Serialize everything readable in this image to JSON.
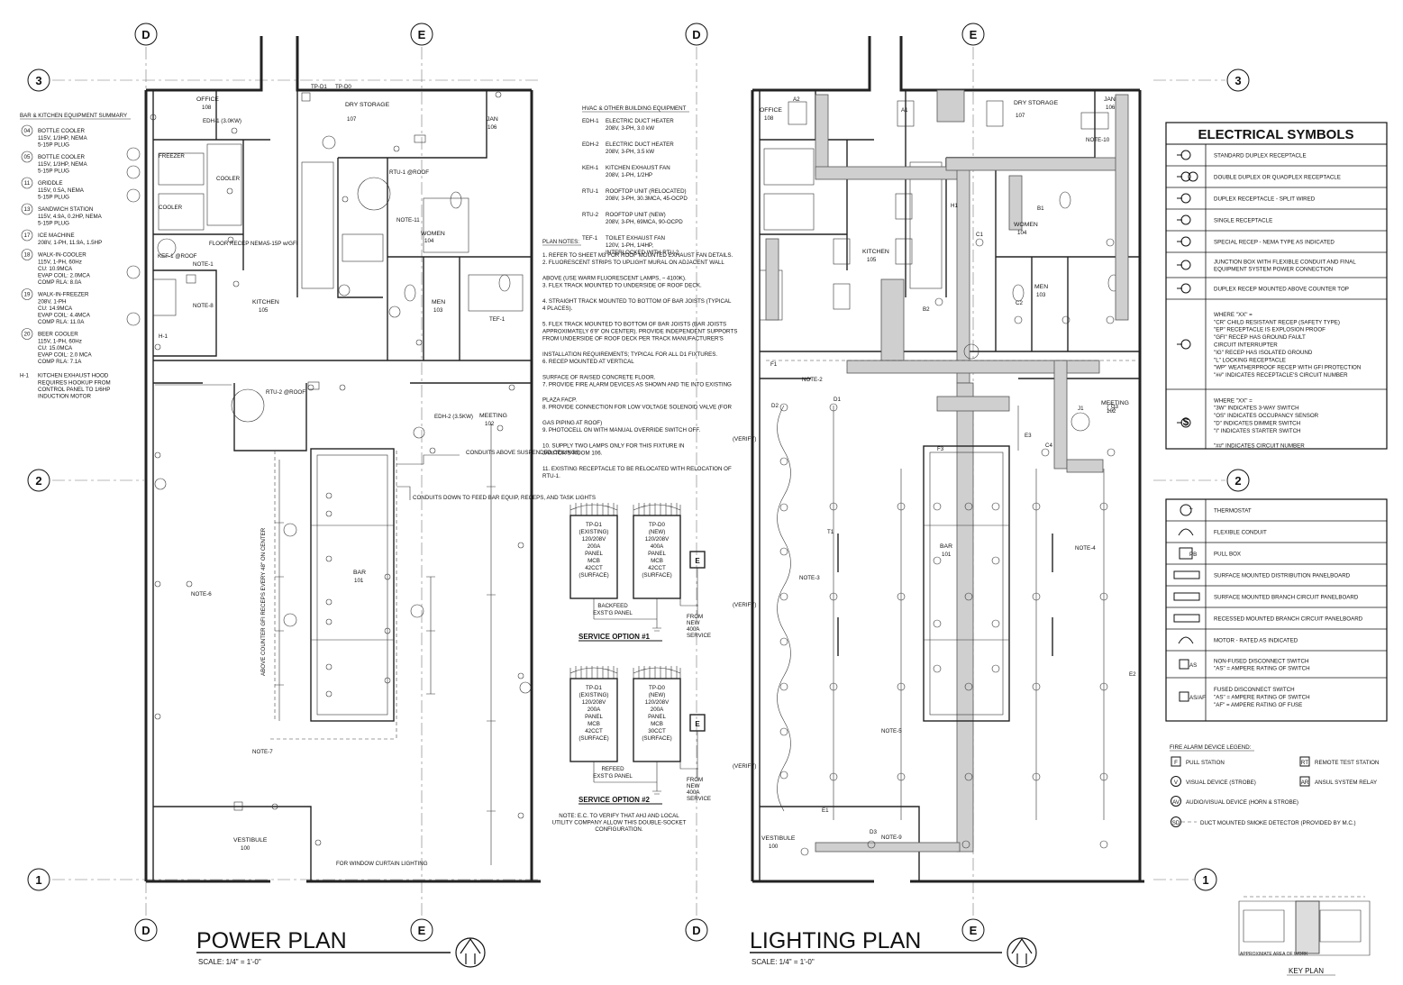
{
  "grid": {
    "col_d": "D",
    "col_e": "E",
    "row_3": "3",
    "row_2": "2",
    "row_1": "1"
  },
  "power_plan": {
    "title": "POWER PLAN",
    "scale": "SCALE: 1/4\" = 1'-0\"",
    "rooms": [
      {
        "name": "OFFICE",
        "num": "108"
      },
      {
        "name": "DRY STORAGE",
        "num": "107"
      },
      {
        "name": "JAN",
        "num": "106"
      },
      {
        "name": "WOMEN",
        "num": "104"
      },
      {
        "name": "MEN",
        "num": "103"
      },
      {
        "name": "KITCHEN",
        "num": "105"
      },
      {
        "name": "MEETING",
        "num": "102"
      },
      {
        "name": "BAR",
        "num": "101"
      },
      {
        "name": "VESTIBULE",
        "num": "100"
      }
    ],
    "notes": {
      "conduits_above": "CONDUITS ABOVE SUSPENDED CEILINGS",
      "conduits_down": "CONDUITS DOWN TO FEED BAR EQUIP, RECEPS, AND TASK LIGHTS",
      "counter_receps": "ABOVE COUNTER GFI RECEPS EVERY 48\" ON CENTER",
      "window_lighting": "FOR WINDOW CURTAIN LIGHTING",
      "floor_recep": "FLOOR RECEP NEMA5-15P w/GFI",
      "note7": "NOTE-7",
      "note6": "NOTE-6",
      "note8": "NOTE-8",
      "note11": "NOTE-11",
      "note1": "NOTE-1"
    },
    "equipment_labels": [
      "EDH-1 (3.0KW)",
      "EDH-2 (3.5KW)",
      "RTU-1 @ROOF",
      "RTU-2 @ROOF",
      "KEF-1 @ROOF",
      "FREEZER",
      "COOLER",
      "COOLER",
      "TEF-1",
      "H-1",
      "TP-D1",
      "TP-D0"
    ]
  },
  "equipment_summary": {
    "title": "BAR & KITCHEN EQUIPMENT SUMMARY",
    "items": [
      {
        "tag": "04",
        "name": "BOTTLE COOLER",
        "specs": [
          "115V, 1/3HP, NEMA",
          "5-15P PLUG"
        ]
      },
      {
        "tag": "05",
        "name": "BOTTLE COOLER",
        "specs": [
          "115V, 1/3HP, NEMA",
          "5-15P PLUG"
        ]
      },
      {
        "tag": "11",
        "name": "GRIDDLE",
        "specs": [
          "115V, 0.5A, NEMA",
          "5-15P PLUG"
        ]
      },
      {
        "tag": "13",
        "name": "SANDWICH STATION",
        "specs": [
          "115V, 4.9A, 0.2HP, NEMA",
          "5-15P PLUG"
        ]
      },
      {
        "tag": "17",
        "name": "ICE MACHINE",
        "specs": [
          "208V, 1-PH, 11.9A, 1.5HP"
        ]
      },
      {
        "tag": "18",
        "name": "WALK-IN-COOLER",
        "specs": [
          "115V, 1-PH, 60Hz",
          "CU: 10.9MCA",
          "EVAP COIL: 2.0MCA",
          "COMP RLA: 8.0A"
        ]
      },
      {
        "tag": "19",
        "name": "WALK-IN-FREEZER",
        "specs": [
          "208V, 1-PH",
          "CU: 14.9MCA",
          "EVAP COIL: 4.4MCA",
          "COMP RLA: 11.0A"
        ]
      },
      {
        "tag": "20",
        "name": "BEER COOLER",
        "specs": [
          "115V, 1-PH, 60Hz",
          "CU: 15.0MCA",
          "EVAP COIL: 2.0 MCA",
          "COMP RLA: 7.1A"
        ]
      }
    ],
    "hood": {
      "tag": "H-1",
      "name": "KITCHEN EXHAUST HOOD",
      "specs": [
        "REQUIRES HOOKUP FROM",
        "CONTROL PANEL TO 1/6HP",
        "INDUCTION MOTOR"
      ]
    }
  },
  "hvac": {
    "title": "HVAC & OTHER BUILDING EQUIPMENT",
    "items": [
      {
        "tag": "EDH-1",
        "name": "ELECTRIC DUCT HEATER",
        "spec": "208V, 3-PH, 3.0 kW"
      },
      {
        "tag": "EDH-2",
        "name": "ELECTRIC DUCT HEATER",
        "spec": "208V, 3-PH, 3.5 kW"
      },
      {
        "tag": "KEH-1",
        "name": "KITCHEN EXHAUST FAN",
        "spec": "208V, 1-PH, 1/2HP"
      },
      {
        "tag": "RTU-1",
        "name": "ROOFTOP UNIT (RELOCATED)",
        "spec": "208V, 3-PH, 30.3MCA, 45-OCPD"
      },
      {
        "tag": "RTU-2",
        "name": "ROOFTOP UNIT (NEW)",
        "spec": "208V, 3-PH, 69MCA, 90-OCPD"
      },
      {
        "tag": "TEF-1",
        "name": "TOILET EXHAUST FAN",
        "spec": "120V, 1-PH, 1/4HP,",
        "spec2": "INTERLOCKED WITH RTU-2"
      }
    ]
  },
  "plan_notes": {
    "title": "PLAN NOTES:",
    "items": [
      "1.  REFER TO SHEET M3 FOR ROOF MOUNTED EXHAUST FAN DETAILS.",
      "2.  FLUORESCENT STRIPS TO UPLIGHT MURAL ON ADJACENT WALL",
      "    ABOVE (USE WARM FLUORESCENT LAMPS, ~ 4100K).",
      "3.  FLEX TRACK MOUNTED TO UNDERSIDE OF ROOF DECK.",
      "4.  STRAIGHT TRACK MOUNTED TO BOTTOM OF BAR JOISTS (TYPICAL",
      "    4 PLACES).",
      "5.  FLEX TRACK MOUNTED TO BOTTOM OF BAR JOISTS (BAR JOISTS",
      "    APPROXIMATELY 6'9\" ON CENTER). PROVIDE INDEPENDENT SUPPORTS",
      "    FROM UNDERSIDE OF ROOF DECK PER TRACK MANUFACTURER'S",
      "    INSTALLATION REQUIREMENTS; TYPICAL FOR ALL D1 FIXTURES.",
      "6.  RECEP MOUNTED AT VERTICAL",
      "    SURFACE OF RAISED CONCRETE FLOOR.",
      "7.  PROVIDE FIRE ALARM DEVICES AS SHOWN AND TIE INTO EXISTING",
      "    PLAZA FACP.",
      "8.  PROVIDE CONNECTION FOR LOW VOLTAGE SOLENOID VALVE (FOR",
      "    GAS PIPING AT ROOF)",
      "9.  PHOTOCELL ON WITH MANUAL OVERRIDE SWITCH OFF.",
      "10.  SUPPLY TWO LAMPS ONLY FOR THIS FIXTURE IN",
      "     JANITOR'S ROOM 106.",
      "11.  EXISTING RECEPTACLE TO BE RELOCATED WITH RELOCATION OF",
      "     RTU-1."
    ]
  },
  "service_options": {
    "opt1": {
      "title": "SERVICE OPTION #1",
      "panel_a": [
        "TP-D1",
        "(EXISTING)",
        "120/208V",
        "200A",
        "PANEL",
        "MCB",
        "42CCT",
        "(SURFACE)"
      ],
      "panel_b": [
        "TP-D0",
        "(NEW)",
        "120/208V",
        "400A",
        "PANEL",
        "MCB",
        "42CCT",
        "(SURFACE)"
      ],
      "feed": [
        "BACKFEED",
        "EXST'G PANEL"
      ],
      "source": [
        "FROM",
        "NEW",
        "400A",
        "SERVICE"
      ]
    },
    "opt2": {
      "title": "SERVICE OPTION #2",
      "panel_a": [
        "TP-D1",
        "(EXISTING)",
        "120/208V",
        "200A",
        "PANEL",
        "MCB",
        "42CCT",
        "(SURFACE)"
      ],
      "panel_b": [
        "TP-D0",
        "(NEW)",
        "120/208V",
        "200A",
        "PANEL",
        "MCB",
        "30CCT",
        "(SURFACE)"
      ],
      "feed": [
        "REFEED",
        "EXST'G PANEL"
      ],
      "source": [
        "FROM",
        "NEW",
        "400A",
        "SERVICE"
      ],
      "note": [
        "NOTE:  E.C. TO VERIFY THAT AHJ AND LOCAL",
        "UTILITY COMPANY ALLOW THIS DOUBLE-SOCKET",
        "CONFIGURATION."
      ]
    },
    "meter": "E"
  },
  "lighting_plan": {
    "title": "LIGHTING PLAN",
    "scale": "SCALE: 1/4\" = 1'-0\"",
    "rooms": [
      {
        "name": "OFFICE",
        "num": "108"
      },
      {
        "name": "DRY STORAGE",
        "num": "107"
      },
      {
        "name": "JAN",
        "num": "106"
      },
      {
        "name": "WOMEN",
        "num": "104"
      },
      {
        "name": "MEN",
        "num": "103"
      },
      {
        "name": "KITCHEN",
        "num": "105"
      },
      {
        "name": "MEETING",
        "num": "102"
      },
      {
        "name": "BAR",
        "num": "101"
      },
      {
        "name": "VESTIBULE",
        "num": "100"
      }
    ],
    "notes": [
      "NOTE-2",
      "NOTE-3",
      "NOTE-4",
      "NOTE-5",
      "NOTE-9",
      "NOTE-10"
    ],
    "verify": "(VERIFY)",
    "fixture_tags": [
      "A1",
      "A2",
      "B1",
      "B2",
      "C1",
      "C2",
      "C3",
      "C4",
      "D1",
      "D2",
      "D3",
      "E1",
      "E2",
      "E3",
      "F1",
      "F3",
      "H1",
      "J1",
      "T1"
    ]
  },
  "electrical_symbols": {
    "title": "ELECTRICAL SYMBOLS",
    "rows": [
      {
        "icon": "duplex-receptacle-icon",
        "text": [
          "STANDARD DUPLEX RECEPTACLE"
        ]
      },
      {
        "icon": "double-duplex-icon",
        "text": [
          "DOUBLE DUPLEX OR QUADPLEX RECEPTACLE"
        ]
      },
      {
        "icon": "split-wired-icon",
        "text": [
          "DUPLEX RECEPTACLE - SPLIT WIRED"
        ]
      },
      {
        "icon": "single-receptacle-icon",
        "text": [
          "SINGLE RECEPTACLE"
        ]
      },
      {
        "icon": "special-recep-icon",
        "text": [
          "SPECIAL RECEP - NEMA TYPE AS INDICATED"
        ]
      },
      {
        "icon": "junction-box-icon",
        "text": [
          "JUNCTION BOX WITH FLEXIBLE CONDUIT AND FINAL",
          "EQUIPMENT SYSTEM POWER CONNECTION"
        ]
      },
      {
        "icon": "counter-recep-icon",
        "text": [
          "DUPLEX RECEP MOUNTED ABOVE COUNTER TOP"
        ]
      },
      {
        "icon": "recep-type-icon",
        "text": [
          "WHERE \"XX\" =",
          "\"CR\"  CHILD RESISTANT RECEP (SAFETY TYPE)",
          "\"EP\"  RECEPTACLE IS EXPLOSION PROOF",
          "\"GFI\"  RECEP HAS GROUND FAULT",
          "        CIRCUIT INTERRUPTER",
          "\"IG\"  RECEP HAS ISOLATED GROUND",
          "\"L\"  LOCKING RECEPTACLE",
          "\"WP\" WEATHERPROOF RECEP WITH GFI PROTECTION",
          "\"##\" INDICATES RECEPTACLE'S CIRCUIT NUMBER"
        ]
      },
      {
        "icon": "switch-icon",
        "text": [
          "WHERE \"XX\" =",
          "\"3W\"  INDICATES 3-WAY SWITCH",
          "\"OS\"  INDICATES OCCUPANCY SENSOR",
          "\"D\"   INDICATES DIMMER SWITCH",
          "\"I\"   INDICATES STARTER SWITCH",
          "",
          "\"##\" INDICATES CIRCUIT NUMBER"
        ]
      }
    ]
  },
  "device_legend": {
    "rows": [
      {
        "icon": "thermostat-icon",
        "glyph": "T",
        "text": [
          "THERMOSTAT"
        ]
      },
      {
        "icon": "flexible-conduit-icon",
        "glyph": "",
        "text": [
          "FLEXIBLE CONDUIT"
        ]
      },
      {
        "icon": "pull-box-icon",
        "glyph": "PB",
        "text": [
          "PULL BOX"
        ]
      },
      {
        "icon": "surface-distribution-panel-icon",
        "glyph": "",
        "text": [
          "SURFACE MOUNTED DISTRIBUTION PANELBOARD"
        ]
      },
      {
        "icon": "surface-branch-panel-icon",
        "glyph": "",
        "text": [
          "SURFACE MOUNTED BRANCH CIRCUIT PANELBOARD"
        ]
      },
      {
        "icon": "recessed-branch-panel-icon",
        "glyph": "",
        "text": [
          "RECESSED MOUNTED BRANCH CIRCUIT PANELBOARD"
        ]
      },
      {
        "icon": "motor-icon",
        "glyph": "",
        "text": [
          "MOTOR - RATED AS INDICATED"
        ]
      },
      {
        "icon": "non-fused-disconnect-icon",
        "glyph": "AS",
        "text": [
          "NON-FUSED DISCONNECT SWITCH",
          "\"AS\" = AMPERE RATING OF SWITCH"
        ]
      },
      {
        "icon": "fused-disconnect-icon",
        "glyph": "AS/AF",
        "text": [
          "FUSED DISCONNECT SWITCH",
          "\"AS\" = AMPERE RATING OF SWITCH",
          "\"AF\" = AMPERE RATING OF FUSE"
        ]
      }
    ]
  },
  "fire_alarm": {
    "title": "FIRE ALARM DEVICE LEGEND:",
    "items": [
      {
        "glyph": "F",
        "text": "PULL STATION"
      },
      {
        "glyph": "RT",
        "text": "REMOTE TEST STATION"
      },
      {
        "glyph": "V",
        "text": "VISUAL DEVICE (STROBE)"
      },
      {
        "glyph": "AR",
        "text": "ANSUL SYSTEM RELAY"
      },
      {
        "glyph": "AV",
        "text": "AUDIO/VISUAL DEVICE (HORN & STROBE)"
      },
      {
        "glyph": "SD",
        "text": "DUCT MOUNTED SMOKE DETECTOR (PROVIDED BY M.C.)"
      }
    ]
  },
  "key_plan": {
    "title": "KEY PLAN",
    "label": "APPROXIMATE AREA OF WORK"
  }
}
